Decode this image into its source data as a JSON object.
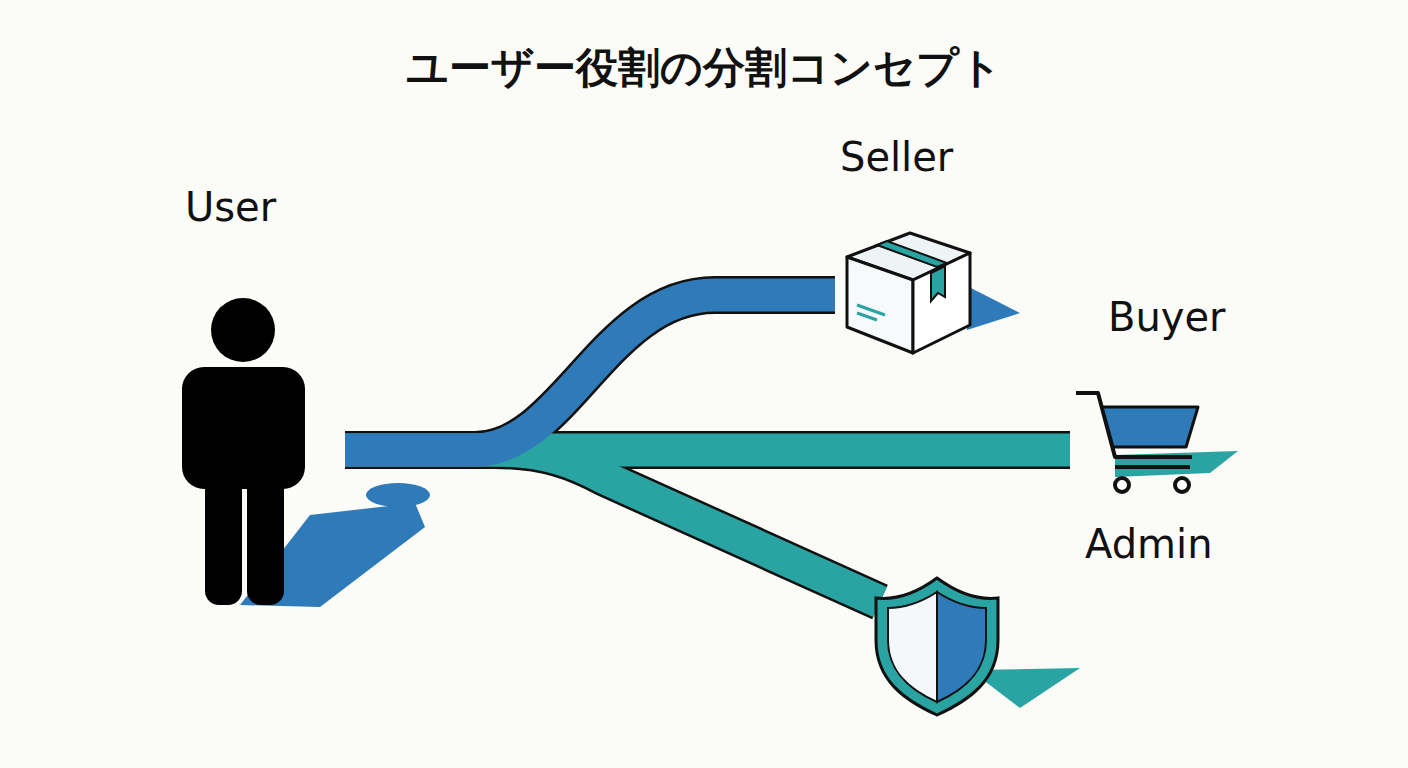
{
  "diagram": {
    "title": "ユーザー役割の分割コンセプト",
    "nodes": [
      {
        "text": [
          "User"
        ]
      },
      {
        "text": [
          "Seller"
        ]
      },
      {
        "text": [
          "Buyer"
        ]
      },
      {
        "text": [
          "Admin"
        ]
      }
    ],
    "edges": [
      {
        "from": 0,
        "to": 1,
        "arrow": "none"
      },
      {
        "from": 0,
        "to": 2,
        "arrow": "none"
      },
      {
        "from": 0,
        "to": 3,
        "arrow": "none"
      }
    ]
  }
}
